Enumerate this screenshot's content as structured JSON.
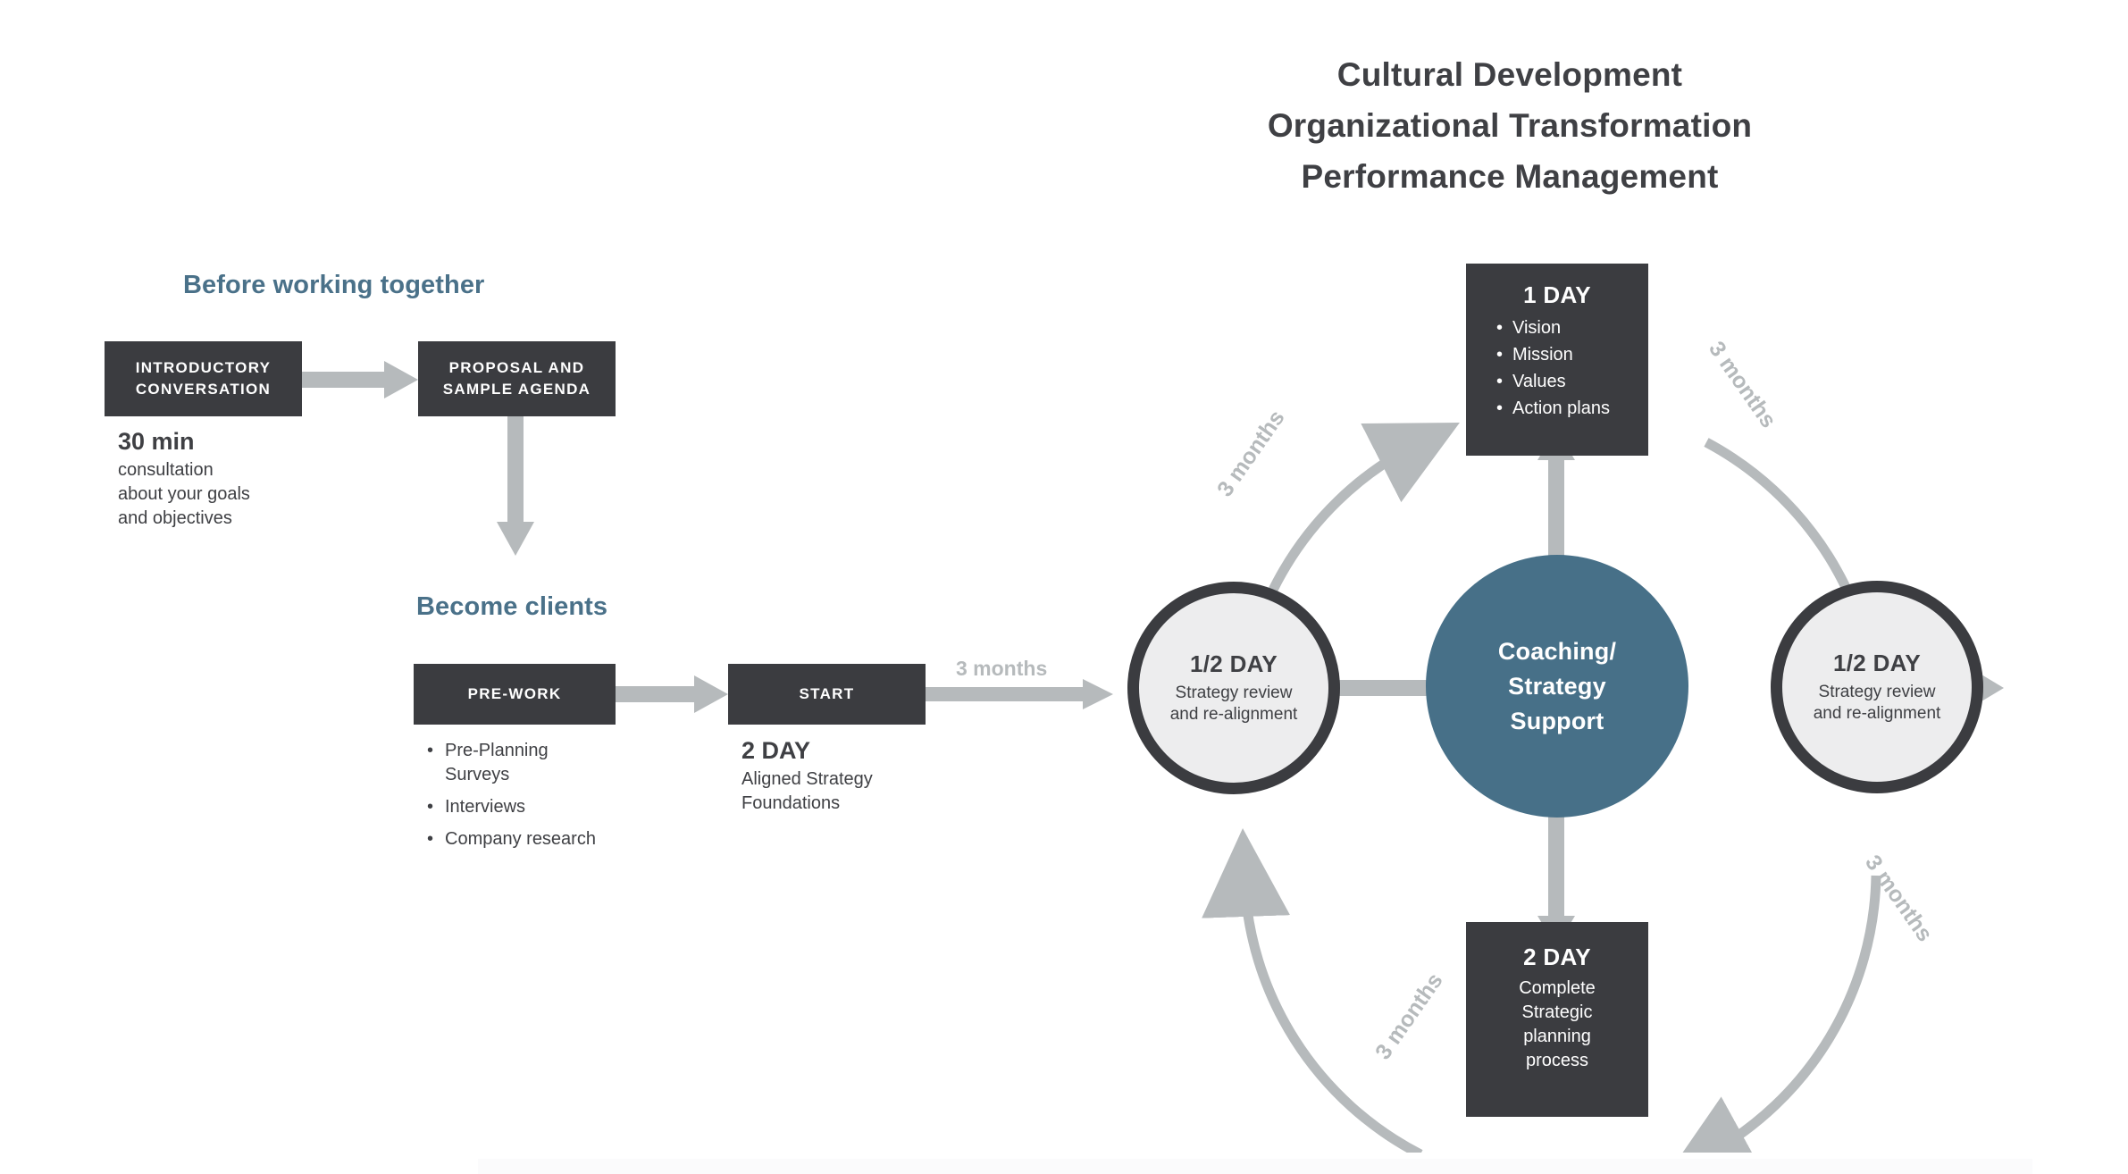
{
  "title": {
    "line1": "Cultural Development",
    "line2": "Organizational Transformation",
    "line3": "Performance Management"
  },
  "colors": {
    "accent_blue": "#477088",
    "heading_blue": "#4a7189",
    "dark": "#3b3c40",
    "arrow_gray": "#b6babc",
    "ring_fill": "#ededee",
    "background": "#ffffff"
  },
  "left_flow": {
    "heading_before": "Before working together",
    "heading_clients": "Become clients",
    "box_intro": "INTRODUCTORY\nCONVERSATION",
    "box_intro_line1": "INTRODUCTORY",
    "box_intro_line2": "CONVERSATION",
    "box_proposal_line1": "PROPOSAL AND",
    "box_proposal_line2": "SAMPLE AGENDA",
    "box_prework": "PRE-WORK",
    "box_start": "START",
    "caption_intro": {
      "big": "30 min",
      "line1": "consultation",
      "line2": "about your goals",
      "line3": "and objectives"
    },
    "prework_bullets": [
      "Pre-Planning Surveys",
      "Interviews",
      "Company research"
    ],
    "caption_start": {
      "big": "2 DAY",
      "line1": "Aligned Strategy",
      "line2": "Foundations"
    },
    "transition_label": "3 months"
  },
  "cycle": {
    "center": {
      "line1": "Coaching/",
      "line2": "Strategy",
      "line3": "Support"
    },
    "card_1day": {
      "title": "1 DAY",
      "bullets": [
        "Vision",
        "Mission",
        "Values",
        "Action plans"
      ]
    },
    "card_2day": {
      "title": "2 DAY",
      "lines": [
        "Complete",
        "Strategic",
        "planning",
        "process"
      ]
    },
    "circle_left": {
      "title": "1/2 DAY",
      "sub_line1": "Strategy review",
      "sub_line2": "and re-alignment"
    },
    "circle_right": {
      "title": "1/2 DAY",
      "sub_line1": "Strategy review",
      "sub_line2": "and re-alignment"
    },
    "arc_labels": {
      "top_left": "3 months",
      "top_right": "3 months",
      "bottom_right": "3 months",
      "bottom_left": "3 months"
    }
  }
}
